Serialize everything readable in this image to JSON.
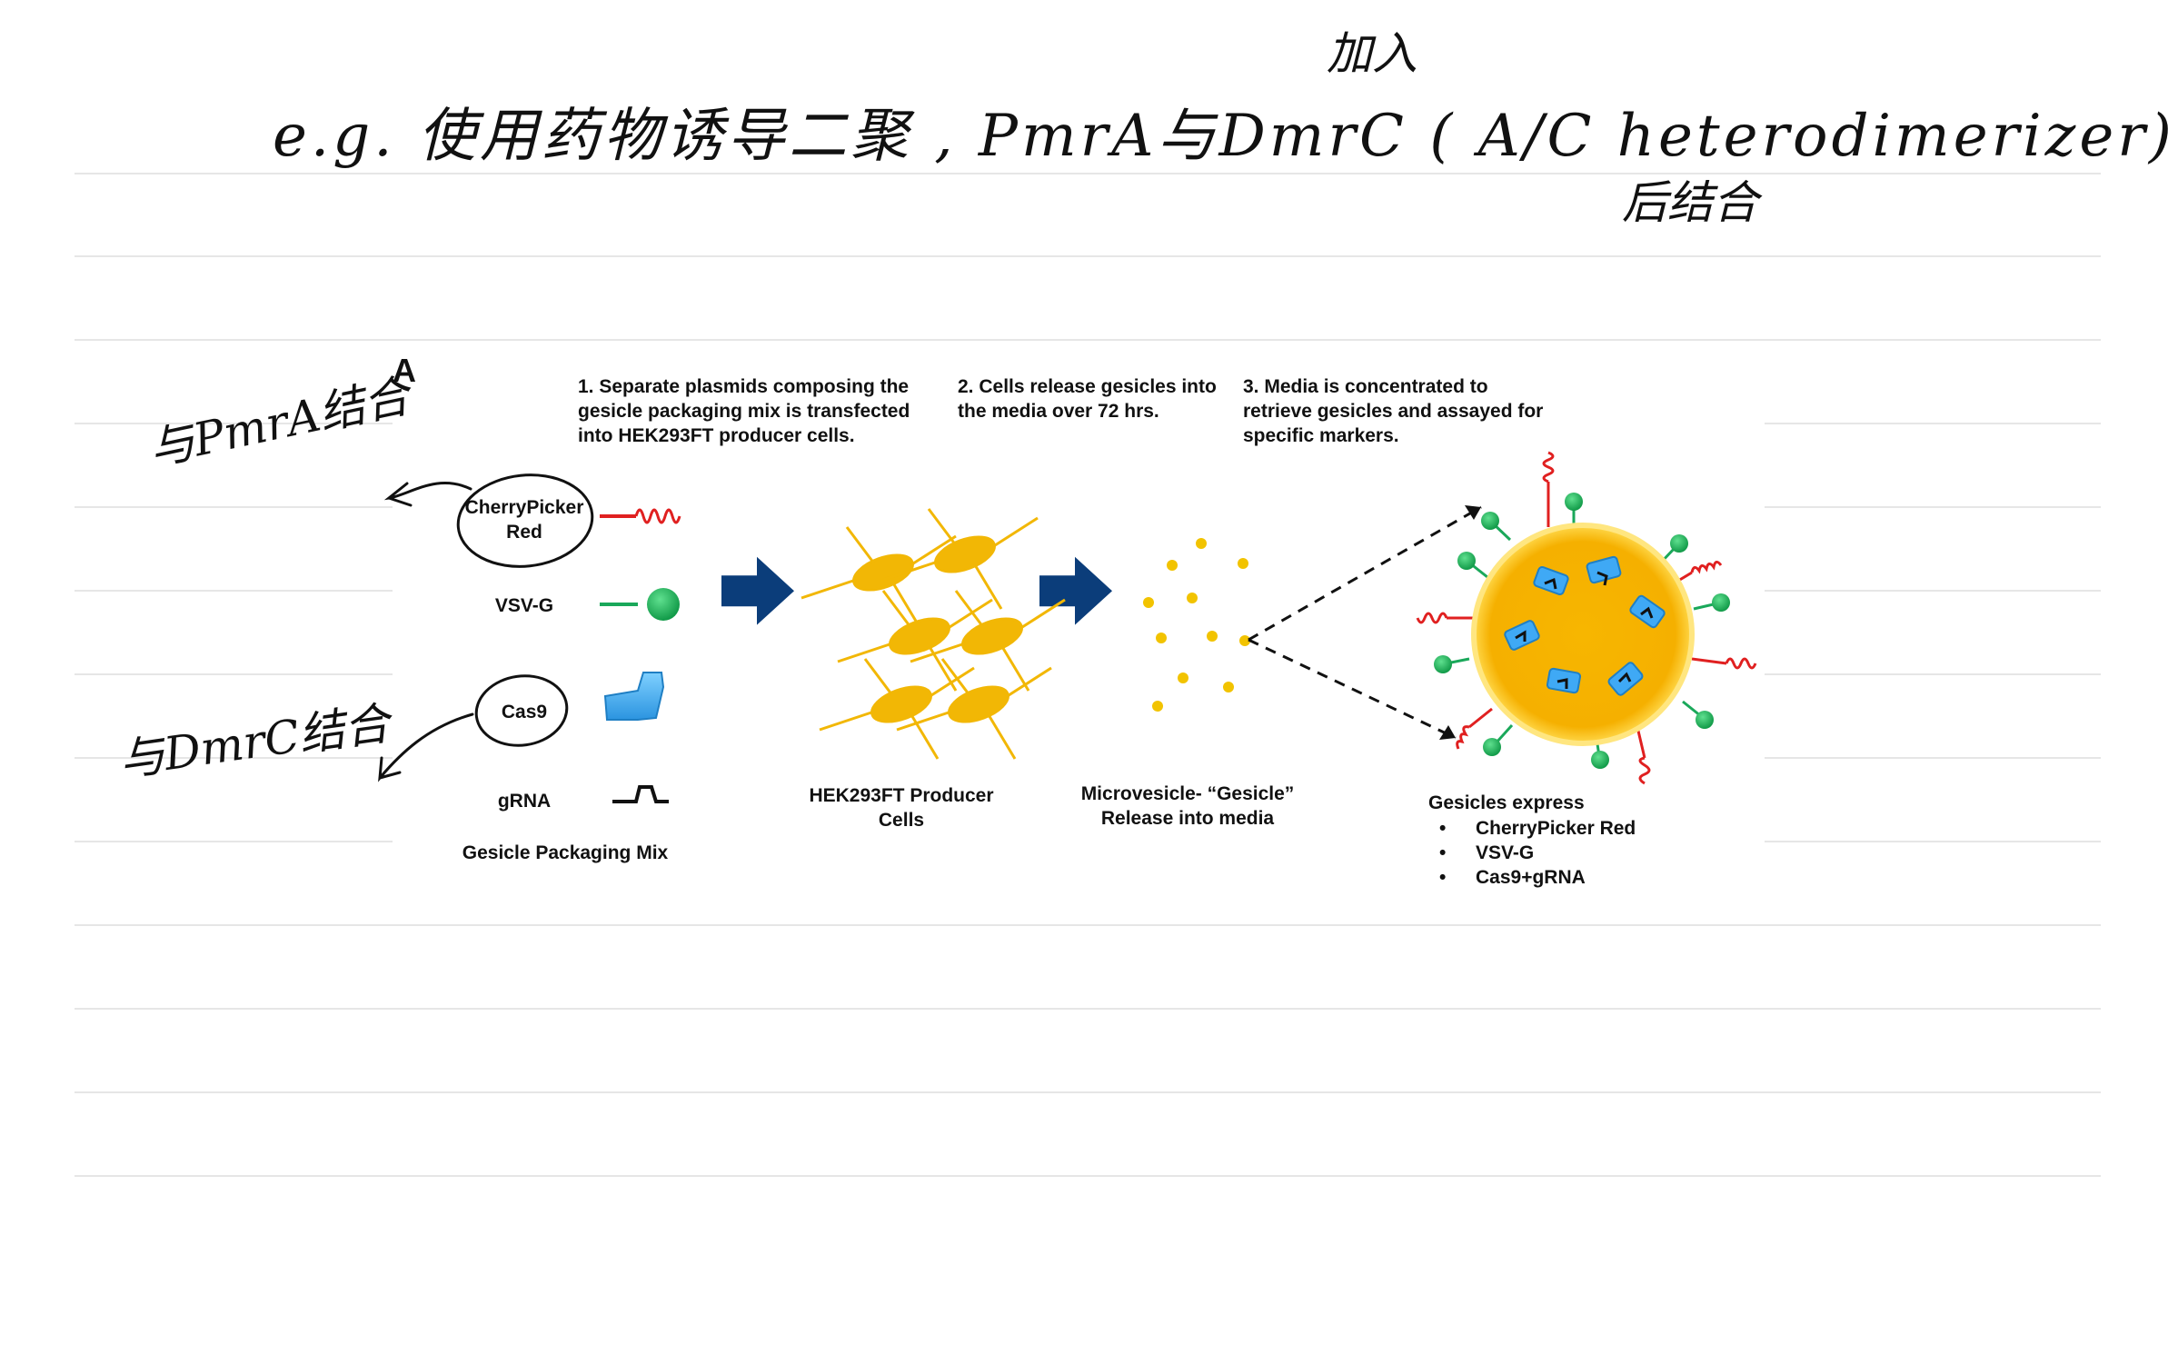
{
  "handwriting": {
    "title": "e.g. 使用药物诱导二聚 , PmrA与DmrC ( A/C heterodimerizer)",
    "above_annotation": "加入",
    "below_annotation": "后结合",
    "binds_pmra": "与PmrA结合",
    "binds_dmrc": "与DmrC结合"
  },
  "figure": {
    "panel_letter": "A",
    "steps": [
      "1.  Separate plasmids composing the gesicle packaging mix is transfected into HEK293FT producer cells.",
      "2.  Cells release gesicles into the media over 72 hrs.",
      "3.  Media is concentrated to retrieve gesicles and assayed for specific markers."
    ],
    "mix_items": [
      "CherryPicker Red",
      "VSV-G",
      "Cas9",
      "gRNA"
    ],
    "mix_caption": "Gesicle Packaging Mix",
    "cells_caption": "HEK293FT Producer Cells",
    "vesicle_caption": "Microvesicle- “Gesicle” Release into media",
    "gesicles_title": "Gesicles express",
    "markers": [
      "CherryPicker Red",
      "VSV-G",
      "Cas9+gRNA"
    ]
  },
  "colors": {
    "arrow": "#0b3d7a",
    "cell": "#f2b705",
    "membrane": "#f7a800",
    "cherry": "#e02020",
    "vsvg": "#1aa85a",
    "cas9": "#3fa9f5"
  }
}
